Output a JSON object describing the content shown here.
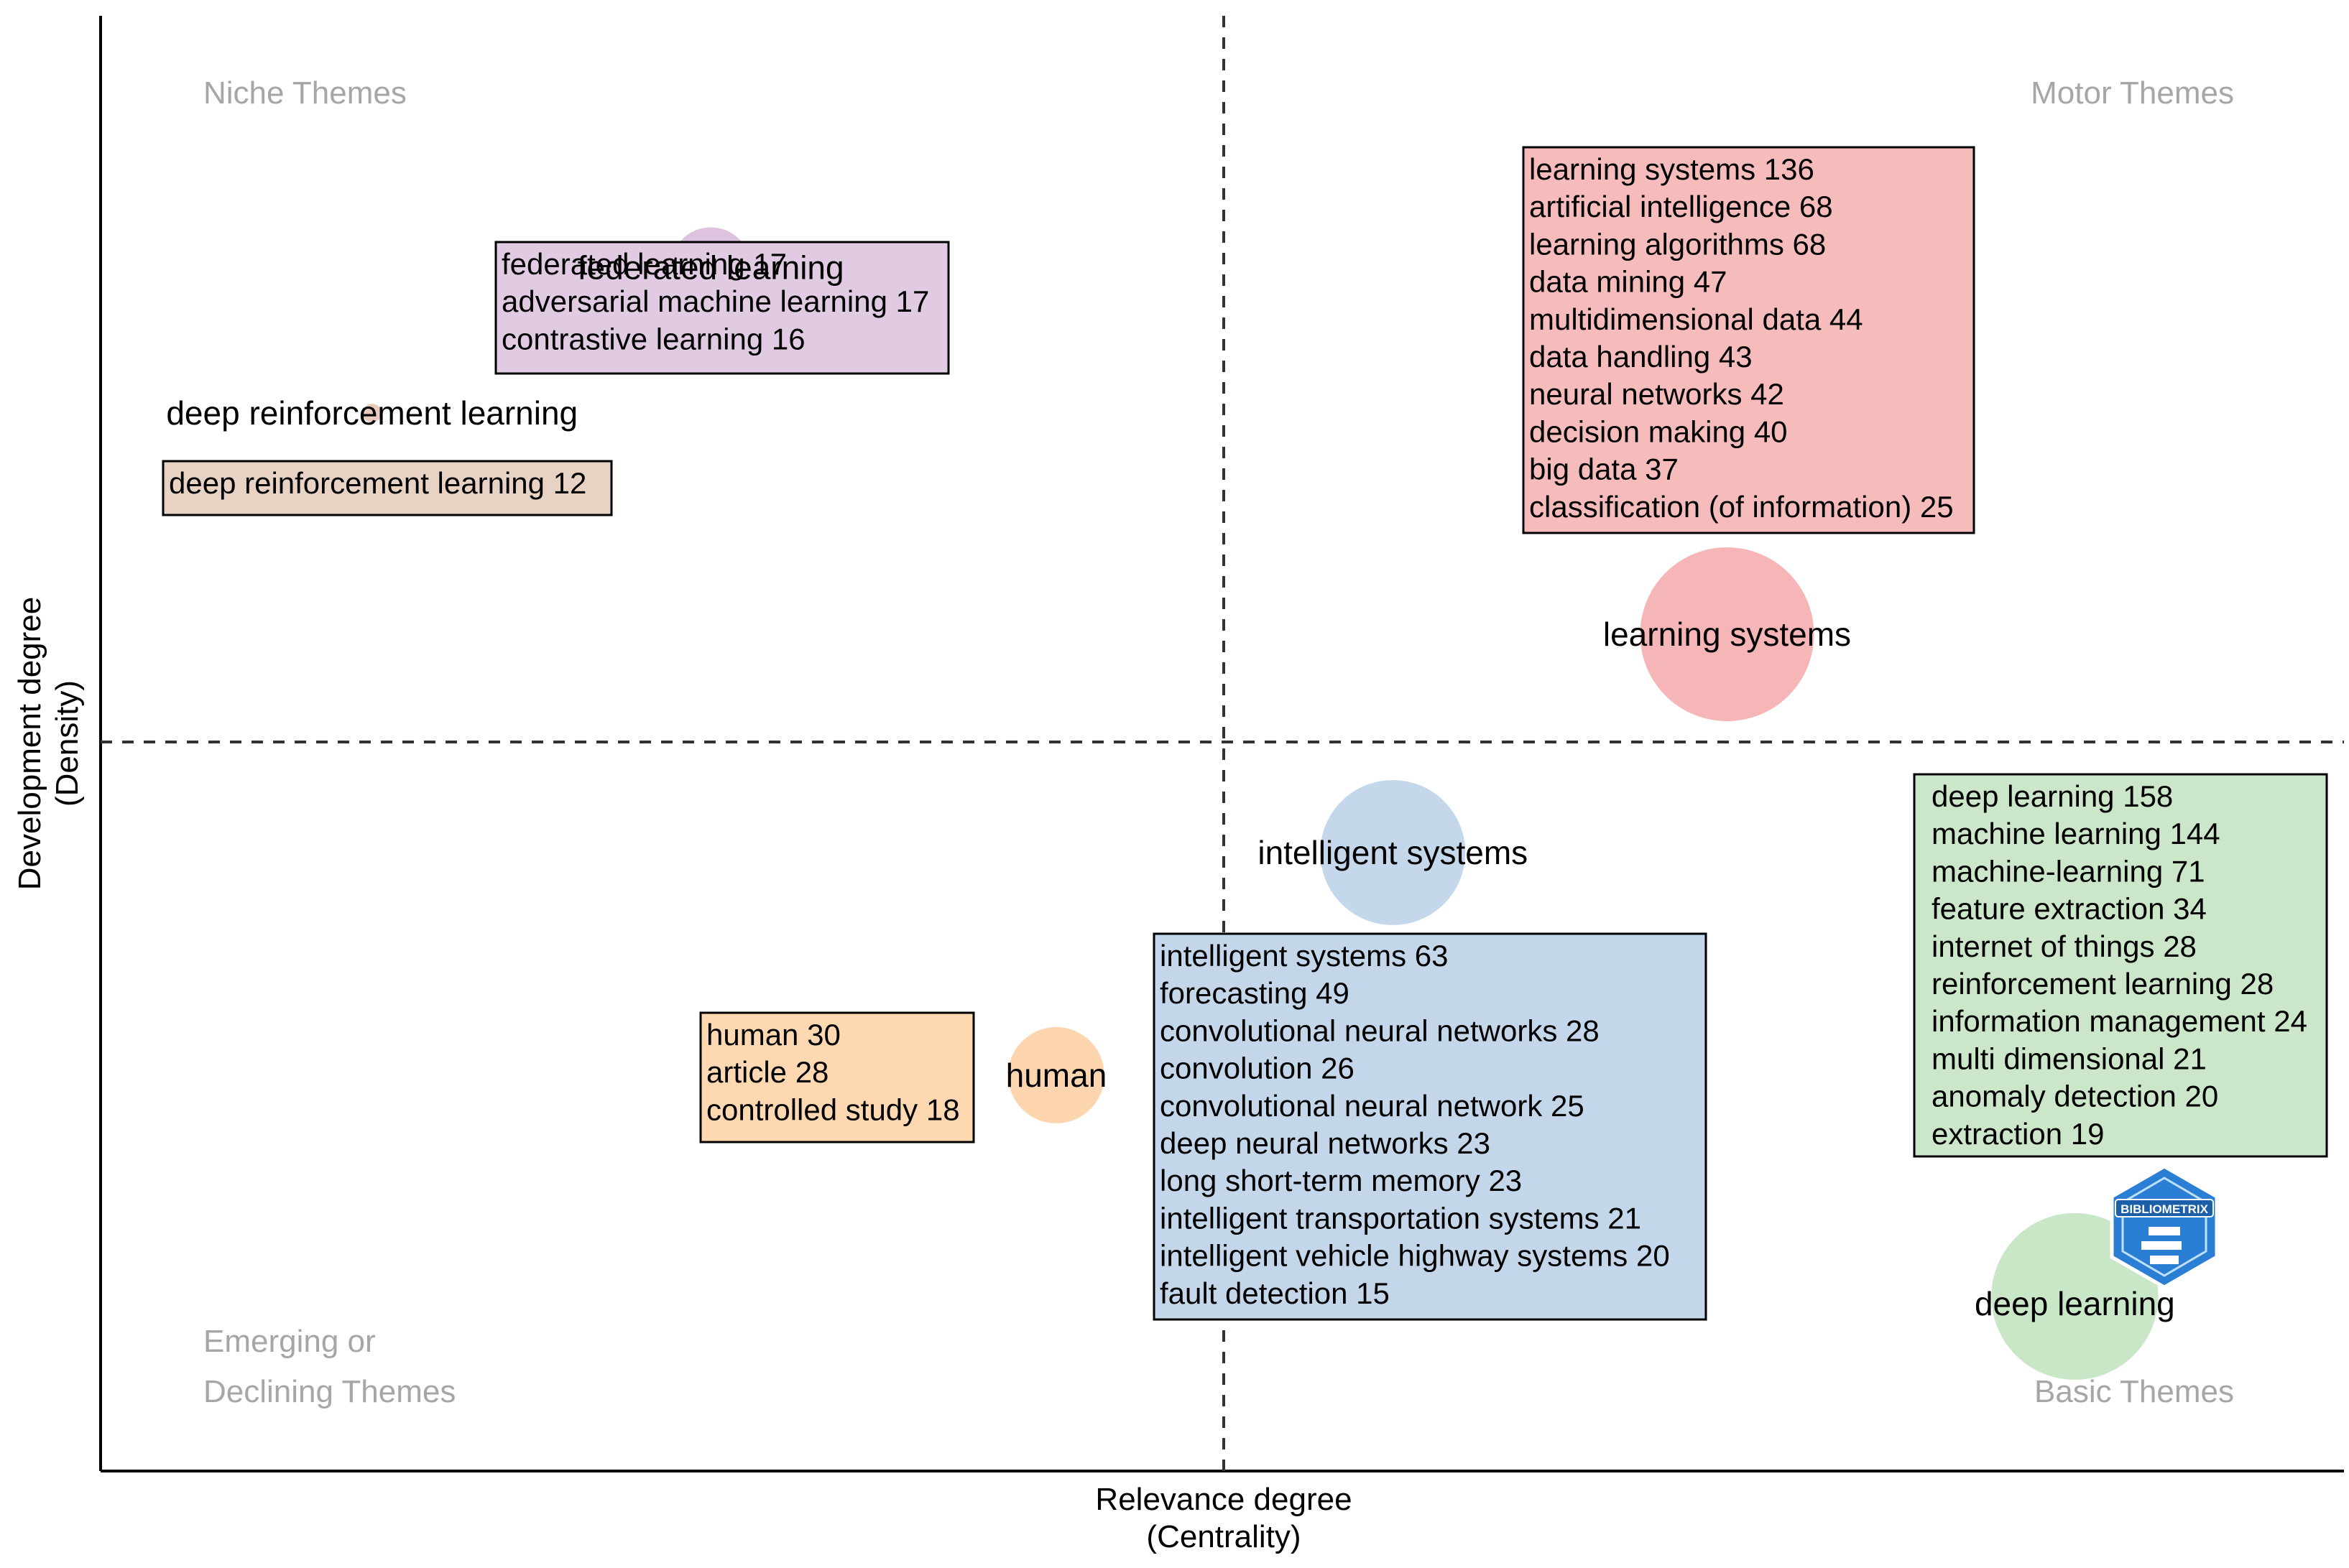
{
  "chart_data": {
    "type": "scatter",
    "title": "",
    "xlabel": [
      "Relevance degree",
      "(Centrality)"
    ],
    "ylabel": [
      "Development degree",
      "(Density)"
    ],
    "grid": false,
    "quadrant_labels": {
      "top_left": [
        "Niche Themes"
      ],
      "top_right": [
        "Motor Themes"
      ],
      "bottom_left": [
        "Emerging or",
        "Declining Themes"
      ],
      "bottom_right": [
        "Basic Themes"
      ]
    },
    "clusters": [
      {
        "name": "federated learning",
        "centrality": 0.272,
        "density": 0.827,
        "size": 0.55,
        "color": "#ddc3e0",
        "terms": [
          "federated learning 17",
          "adversarial machine learning 17",
          "contrastive learning  16"
        ]
      },
      {
        "name": "deep reinforcement learning",
        "centrality": 0.121,
        "density": 0.727,
        "size": 0.12,
        "color": "#e8cbbd",
        "terms": [
          "deep reinforcement learning 12"
        ]
      },
      {
        "name": "learning systems",
        "centrality": 0.725,
        "density": 0.575,
        "size": 1.2,
        "color": "#f6b5b6",
        "terms": [
          "learning systems 136",
          "artificial intelligence 68",
          "learning algorithms 68",
          "data mining 47",
          "multidimensional data 44",
          "data handling 43",
          "neural networks 42",
          "decision making 40",
          "big data 37",
          "classification (of information) 25"
        ]
      },
      {
        "name": "intelligent systems",
        "centrality": 0.576,
        "density": 0.425,
        "size": 1.0,
        "color": "#c5d7ea",
        "terms": [
          "intelligent systems 63",
          "forecasting 49",
          "convolutional neural networks 28",
          "convolution 26",
          "convolutional neural network 25",
          "deep neural networks 23",
          "long short-term memory 23",
          "intelligent transportation systems 21",
          "intelligent vehicle  highway systems 20",
          "fault detection 15"
        ]
      },
      {
        "name": "human",
        "centrality": 0.426,
        "density": 0.272,
        "size": 0.66,
        "color": "#fdd6b0",
        "terms": [
          "human 30",
          "article 28",
          "controlled study 18"
        ]
      },
      {
        "name": "deep learning",
        "centrality": 0.88,
        "density": 0.12,
        "size": 1.15,
        "color": "#c9e6c7",
        "terms": [
          "deep learning 158",
          "machine learning 144",
          "machine-learning 71",
          "feature extraction 34",
          "internet of things 28",
          "reinforcement learning 28",
          "information management 24",
          "multi dimensional 21",
          "anomaly detection 20",
          "extraction 19"
        ]
      }
    ],
    "box_colors": {
      "federated learning": "#e0cbe3",
      "deep reinforcement learning": "#e8d2c4",
      "learning systems": "#f6bcbc",
      "intelligent systems": "#c4d7ea",
      "human": "#fed8b1",
      "deep learning": "#cbe6c8"
    },
    "logo_text": "BIBLIOMETRIX",
    "logo_color": "#2a7fd4"
  }
}
